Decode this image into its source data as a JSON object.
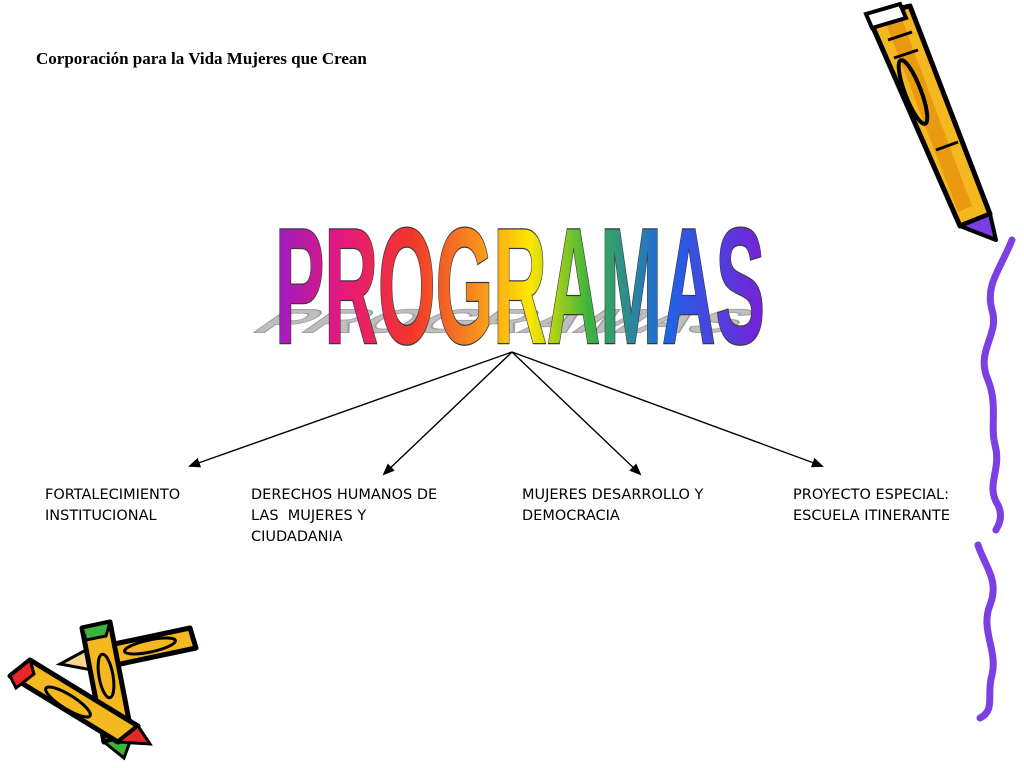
{
  "header": {
    "organization": "Corporación para la Vida Mujeres que Crean"
  },
  "title": {
    "text": "PROGRAMAS"
  },
  "programs": [
    {
      "lines": [
        "FORTALECIMIENTO",
        "INSTITUCIONAL"
      ]
    },
    {
      "lines": [
        "DERECHOS HUMANOS DE",
        "LAS  MUJERES Y",
        "CIUDADANIA"
      ]
    },
    {
      "lines": [
        "MUJERES DESARROLLO Y",
        "DEMOCRACIA"
      ]
    },
    {
      "lines": [
        "PROYECTO ESPECIAL:",
        "ESCUELA ITINERANTE"
      ]
    }
  ],
  "decor": {
    "top_right": "pencil-icon",
    "bottom_left": "crossed-pencils-icon",
    "right_edge": "squiggle-line",
    "wordart_colors": [
      "#9b1cc4",
      "#e6197a",
      "#f0372a",
      "#f7941d",
      "#ffe600",
      "#3cb43c",
      "#1e64e6",
      "#7a1fd6"
    ],
    "squiggle_color": "#7b3fe4",
    "pencil_body_color": "#f5b820"
  }
}
